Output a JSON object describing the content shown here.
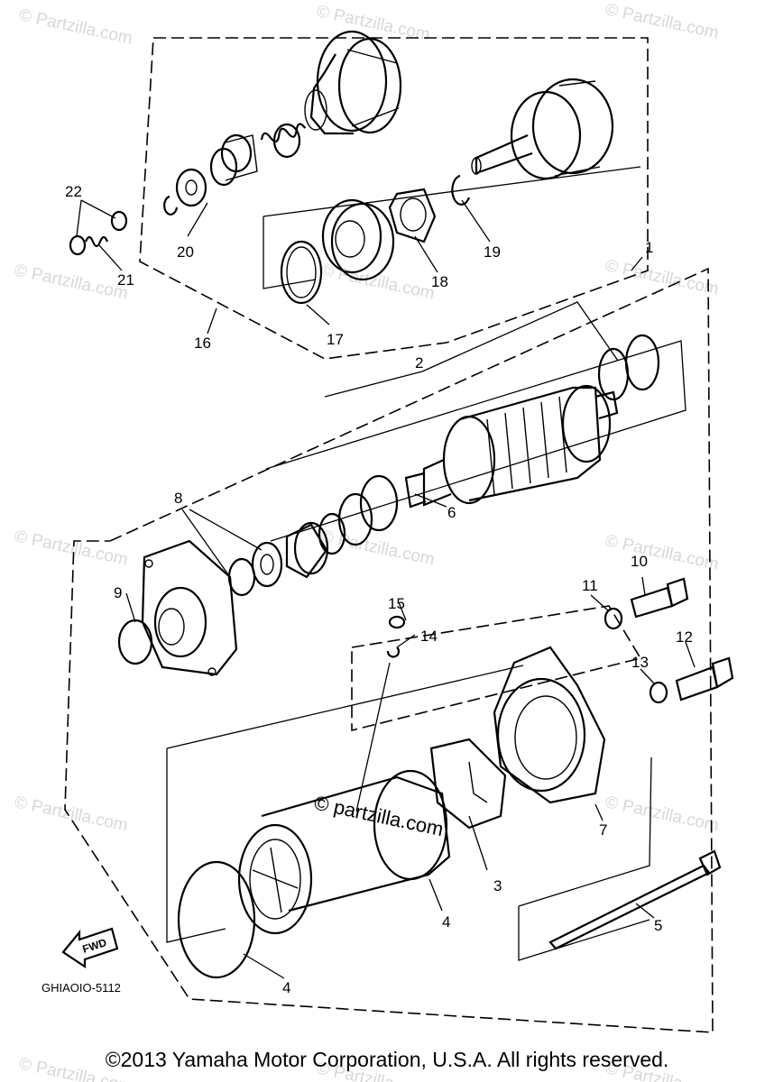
{
  "watermark": "© Partzilla.com",
  "center_watermark": "© partzilla.com",
  "diagram_code": "GHIAOIO-5112",
  "fwd_label": "FWD",
  "copyright": "©2013  Yamaha Motor Corporation, U.S.A. All rights reserved.",
  "callouts": {
    "c1": "1",
    "c2": "2",
    "c3": "3",
    "c4a": "4",
    "c4b": "4",
    "c5": "5",
    "c6": "6",
    "c7": "7",
    "c8": "8",
    "c9": "9",
    "c10": "10",
    "c11": "11",
    "c12": "12",
    "c13": "13",
    "c14": "14",
    "c15": "15",
    "c16": "16",
    "c17": "17",
    "c18": "18",
    "c19": "19",
    "c20": "20",
    "c21": "21",
    "c22": "22"
  }
}
